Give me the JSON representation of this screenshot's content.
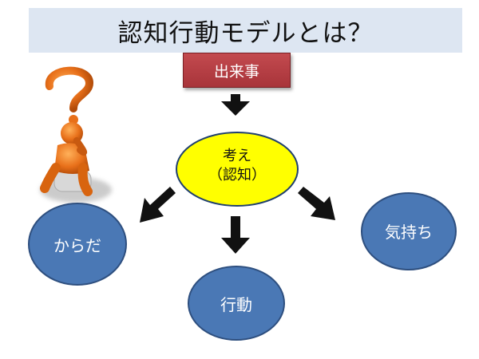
{
  "title": "認知行動モデルとは？",
  "event": "出来事",
  "thought": {
    "line1": "考え",
    "line2": "（認知）"
  },
  "body": "からだ",
  "behavior": "行動",
  "feelings": "気持ち",
  "figure_icon": "thinking-person-with-question-mark-icon",
  "colors": {
    "banner": "#dde6f2",
    "event_box": "#b83c42",
    "thought_ellipse": "#ffff00",
    "node_ellipse": "#4a78b5",
    "arrow": "#111111",
    "figure": "#e8701a"
  }
}
